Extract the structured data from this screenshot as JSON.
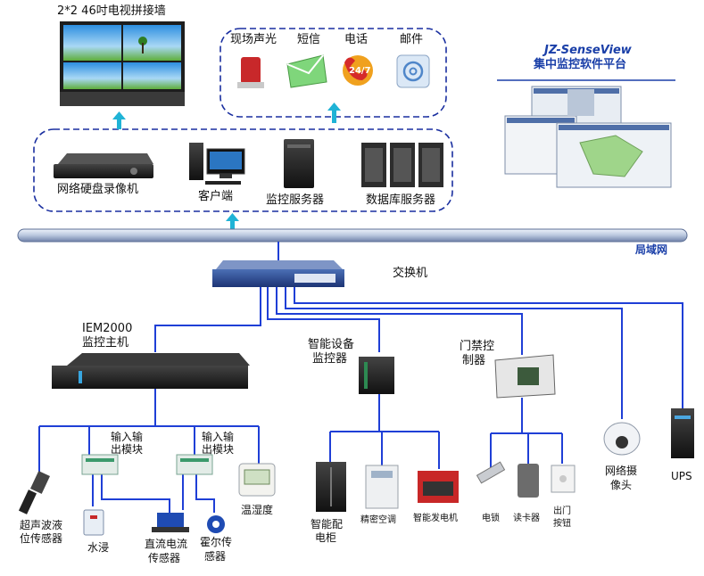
{
  "video_wall": {
    "label": "2*2 46吋电视拼接墙"
  },
  "alerts": {
    "onsite_sound_light": "现场声光",
    "sms": "短信",
    "phone": "电话",
    "phone_badge": "24/7",
    "email": "邮件"
  },
  "platform": {
    "title_line1": "JZ-SenseView",
    "title_line2": "集中监控软件平台"
  },
  "servers": {
    "nvr": "网络硬盘录像机",
    "client": "客户端",
    "monitor_server": "监控服务器",
    "database_server": "数据库服务器"
  },
  "network": {
    "lan": "局域网",
    "switch": "交换机"
  },
  "host": {
    "line1": "IEM2000",
    "line2": "监控主机"
  },
  "smart_controller": {
    "line1": "智能设备",
    "line2": "监控器"
  },
  "access_controller": {
    "line1": "门禁控",
    "line2": "制器"
  },
  "io_modules": {
    "left_line1": "输入输",
    "left_line2": "出模块",
    "right_line1": "输入输",
    "right_line2": "出模块"
  },
  "sensors": {
    "ultrasonic_line1": "超声波液",
    "ultrasonic_line2": "位传感器",
    "water": "水浸",
    "dc_line1": "直流电流",
    "dc_line2": "传感器",
    "hall_line1": "霍尔传",
    "hall_line2": "感器",
    "temp_humidity": "温湿度"
  },
  "smart_devices": {
    "pdu_line1": "智能配",
    "pdu_line2": "电柜",
    "precision_ac": "精密空调",
    "generator": "智能发电机"
  },
  "access_devices": {
    "lock": "电锁",
    "card_reader": "读卡器",
    "exit_line1": "出门",
    "exit_line2": "按钮"
  },
  "endpoints": {
    "camera_line1": "网络摄",
    "camera_line2": "像头",
    "ups": "UPS"
  },
  "colors": {
    "line": "#1f3fd6",
    "arrow": "#1fb3d6",
    "dash": "#1a2fa0"
  }
}
